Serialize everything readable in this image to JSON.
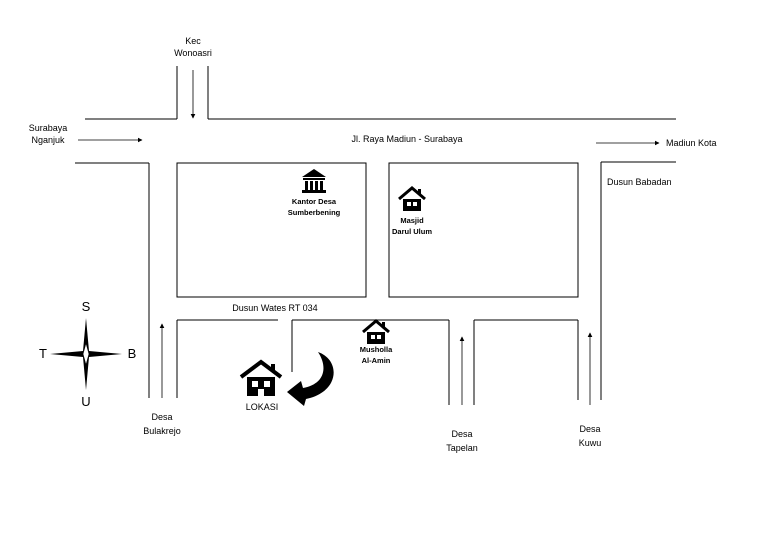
{
  "labels": {
    "kec_line1": "Kec",
    "kec_line2": "Wonoasri",
    "surabaya_line1": "Surabaya",
    "surabaya_line2": "Nganjuk",
    "main_road": "Jl. Raya Madiun - Surabaya",
    "madiun_kota": "Madiun Kota",
    "dusun_babadan": "Dusun Babadan",
    "kantor_line1": "Kantor Desa",
    "kantor_line2": "Sumberbening",
    "masjid_line1": "Masjid",
    "masjid_line2": "Darul Ulum",
    "dusun_wates": "Dusun Wates RT 034",
    "musholla_line1": "Musholla",
    "musholla_line2": "Al-Amin",
    "lokasi": "LOKASI",
    "bulakrejo_line1": "Desa",
    "bulakrejo_line2": "Bulakrejo",
    "tapelan_line1": "Desa",
    "tapelan_line2": "Tapelan",
    "kuwu_line1": "Desa",
    "kuwu_line2": "Kuwu"
  },
  "compass": {
    "north": "U",
    "south": "S",
    "east": "T",
    "west": "B"
  },
  "icons": {
    "kantor": "government-building-icon",
    "masjid": "house-icon",
    "musholla": "house-icon",
    "lokasi": "house-icon",
    "pointer": "curved-arrow-icon"
  },
  "colors": {
    "ink": "#000000",
    "paper": "#ffffff"
  }
}
